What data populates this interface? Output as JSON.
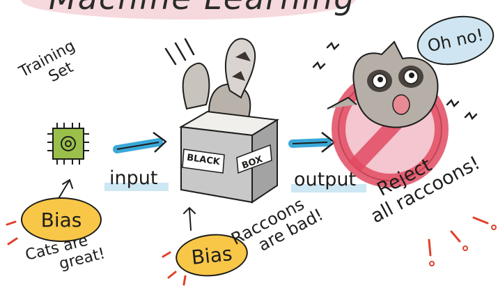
{
  "title": "Machine Learning",
  "training_set": {
    "line1": "Training",
    "line2": "Set"
  },
  "input_label": "input",
  "output_label": "output",
  "box": {
    "left_text": "BLACK",
    "right_text": "BOX"
  },
  "bias_left": {
    "label": "Bias",
    "note_line1": "Cats are",
    "note_line2": "great!"
  },
  "bias_center": {
    "label": "Bias",
    "note_line1": "Raccoons",
    "note_line2": "are bad!"
  },
  "reject": {
    "line1": "Reject",
    "line2": "all raccoons!"
  },
  "speech": "Oh no!",
  "colors": {
    "bias": "#f8c748",
    "arrow": "#3aa8d8",
    "speech": "#cfe6f2",
    "no_sign": "#e24b62",
    "title_wash": "#f6d9dd",
    "accent_red": "#e0402a"
  }
}
